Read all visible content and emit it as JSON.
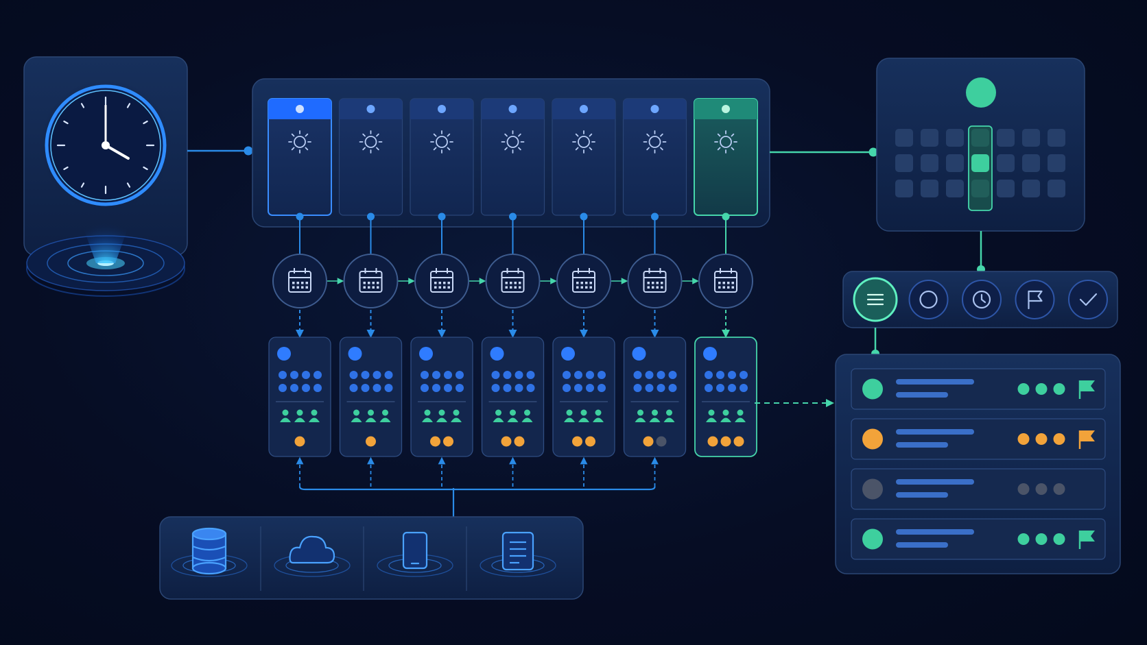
{
  "colors": {
    "background": "#060d24",
    "panel": "#13264a",
    "panel_border": "#2b4674",
    "blue": "#2f7cff",
    "blue_light": "#4a90ff",
    "teal": "#3ecf9e",
    "orange": "#f2a33a",
    "gray": "#4b5468",
    "line_blue": "#2a8be8",
    "line_teal": "#46d6ab"
  },
  "clock": {
    "icon": "clock-icon",
    "hour": 4,
    "minute": 0
  },
  "week": {
    "day_count": 7,
    "icon": "sun-icon",
    "selected_first": "blue",
    "selected_last": "teal"
  },
  "calendar_nodes": {
    "count": 7,
    "icon": "calendar-icon"
  },
  "day_cards": [
    {
      "status": [
        "orange"
      ]
    },
    {
      "status": [
        "orange"
      ]
    },
    {
      "status": [
        "orange",
        "orange"
      ]
    },
    {
      "status": [
        "orange",
        "orange"
      ]
    },
    {
      "status": [
        "orange",
        "orange"
      ]
    },
    {
      "status": [
        "orange",
        "gray"
      ]
    },
    {
      "status": [
        "orange",
        "orange",
        "orange"
      ]
    }
  ],
  "sources": [
    {
      "icon": "database-icon"
    },
    {
      "icon": "cloud-icon"
    },
    {
      "icon": "mobile-icon"
    },
    {
      "icon": "document-icon"
    }
  ],
  "month_grid": {
    "rows": 3,
    "cols": 7,
    "highlight_col": 3,
    "highlight_row": 1
  },
  "filters": [
    {
      "icon": "list-icon",
      "active": true
    },
    {
      "icon": "circle-icon",
      "active": false
    },
    {
      "icon": "clock-icon",
      "active": false
    },
    {
      "icon": "flag-icon",
      "active": false
    },
    {
      "icon": "check-icon",
      "active": false
    }
  ],
  "tasks": [
    {
      "color": "teal",
      "dots": "teal",
      "flag": "teal"
    },
    {
      "color": "orange",
      "dots": "orange",
      "flag": "orange"
    },
    {
      "color": "gray",
      "dots": "gray",
      "flag": null
    },
    {
      "color": "teal",
      "dots": "teal",
      "flag": "teal"
    }
  ]
}
